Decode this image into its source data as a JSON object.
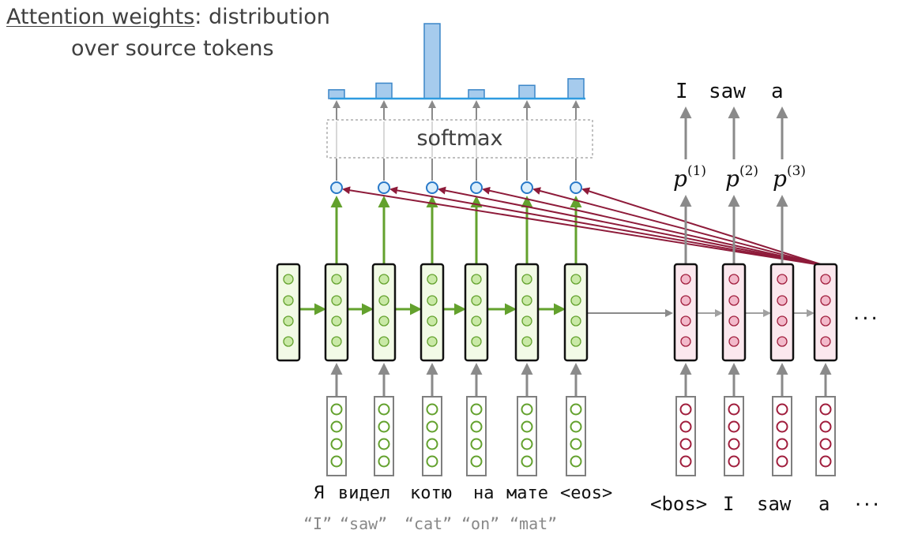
{
  "title": {
    "underlined": "Attention weights",
    "rest": ": distribution",
    "line2": "over source tokens"
  },
  "softmax_label": "softmax",
  "attention_weights": [
    0.04,
    0.07,
    0.34,
    0.04,
    0.06,
    0.09
  ],
  "source_tokens": [
    "Я",
    "видел",
    "котю",
    "на",
    "мате",
    "<eos>"
  ],
  "source_glosses": [
    "“I”",
    "“saw”",
    "“cat”",
    "“on”",
    "“mat”"
  ],
  "target_inputs": [
    "<bos>",
    "I",
    "saw",
    "a"
  ],
  "target_outputs": [
    "I",
    "saw",
    "a"
  ],
  "probabilities": [
    {
      "symbol": "p",
      "sup": "(1)"
    },
    {
      "symbol": "p",
      "sup": "(2)"
    },
    {
      "symbol": "p",
      "sup": "(3)"
    }
  ],
  "ellipsis": "...",
  "colors": {
    "encoder_green": "#63a12d",
    "encoder_fill": "#f2fae6",
    "decoder_red": "#a01d3c",
    "decoder_fill": "#fbe8ee",
    "bar_fill": "#a6cbed",
    "bar_stroke": "#3b86c8",
    "axis_blue": "#2e9be0",
    "arrow_gray": "#8a8a8a",
    "attention_red": "#8e1b3a"
  }
}
